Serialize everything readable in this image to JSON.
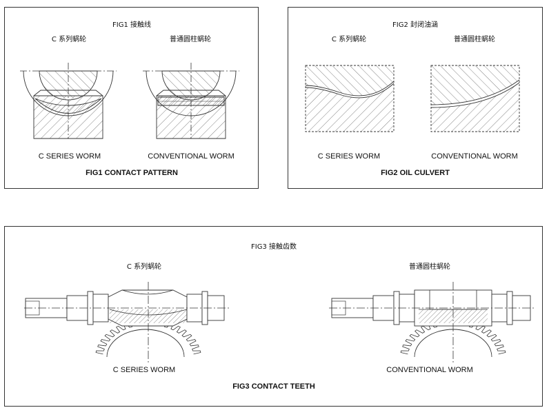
{
  "fig1": {
    "title": "FIG1  接触线",
    "left_cn": "C 系列蜗轮",
    "right_cn": "普通圆柱蜗轮",
    "left_en": "C SERIES WORM",
    "right_en": "CONVENTIONAL WORM",
    "caption": "FIG1   CONTACT PATTERN"
  },
  "fig2": {
    "title": "FIG2  封闭油涵",
    "left_cn": "C 系列蜗轮",
    "right_cn": "普通圆柱蜗轮",
    "left_en": "C SERIES WORM",
    "right_en": "CONVENTIONAL WORM",
    "caption": "FIG2  OIL CULVERT"
  },
  "fig3": {
    "title": "FIG3  接触齿数",
    "left_cn": "C 系列蜗轮",
    "right_cn": "普通圆柱蜗轮",
    "left_en": "C SERIES WORM",
    "right_en": "CONVENTIONAL WORM",
    "caption": "FIG3   CONTACT TEETH"
  }
}
